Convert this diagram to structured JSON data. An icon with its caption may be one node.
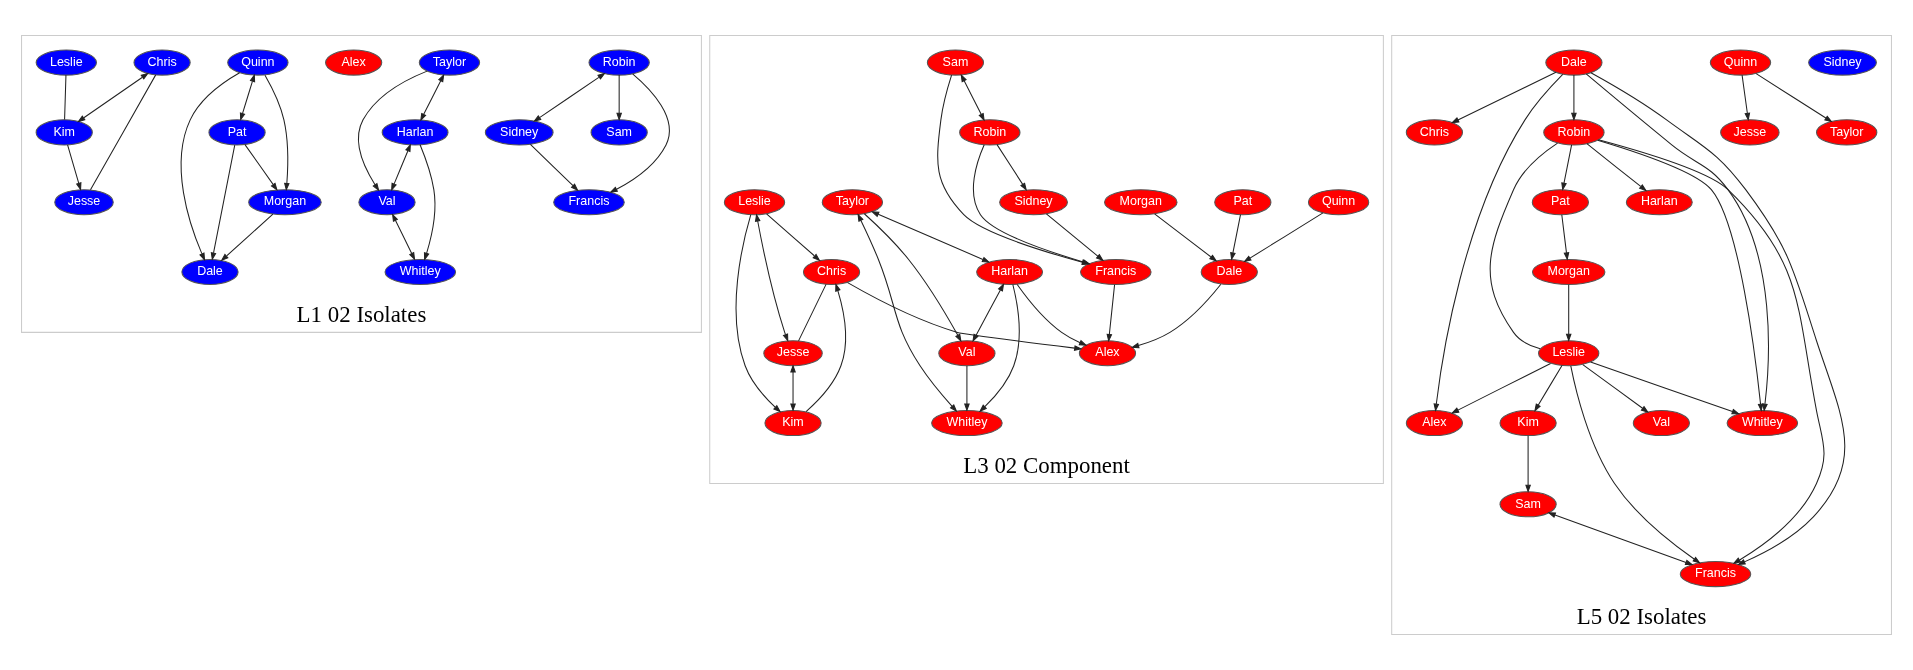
{
  "diagram": {
    "nodes": [
      {
        "text": [
          "L1 02 Isolates"
        ]
      },
      {
        "text": [
          "Sam"
        ],
        "in": 0
      },
      {
        "text": [
          "Sidney"
        ],
        "in": 0
      },
      {
        "text": [
          "Robin"
        ],
        "in": 0
      },
      {
        "text": [
          "Francis"
        ],
        "in": 0
      },
      {
        "text": [
          "Taylor"
        ],
        "in": 0
      },
      {
        "text": [
          "Val"
        ],
        "in": 0
      },
      {
        "text": [
          "Harlan"
        ],
        "in": 0
      },
      {
        "text": [
          "Whitley"
        ],
        "in": 0
      },
      {
        "text": [
          "Alex"
        ],
        "in": 0
      },
      {
        "text": [
          "Quinn"
        ],
        "in": 0
      },
      {
        "text": [
          "Dale"
        ],
        "in": 0
      },
      {
        "text": [
          "Pat"
        ],
        "in": 0
      },
      {
        "text": [
          "Morgan"
        ],
        "in": 0
      },
      {
        "text": [
          "Chris"
        ],
        "in": 0
      },
      {
        "text": [
          "Jesse"
        ],
        "in": 0
      },
      {
        "text": [
          "Leslie"
        ],
        "in": 0
      },
      {
        "text": [
          "Kim"
        ],
        "in": 0
      },
      {
        "text": [
          "L3 02 Component"
        ]
      },
      {
        "text": [
          "Sam"
        ],
        "in": 18
      },
      {
        "text": [
          "Sidney"
        ],
        "in": 18
      },
      {
        "text": [
          "Robin"
        ],
        "in": 18
      },
      {
        "text": [
          "Francis"
        ],
        "in": 18
      },
      {
        "text": [
          "Taylor"
        ],
        "in": 18
      },
      {
        "text": [
          "Val"
        ],
        "in": 18
      },
      {
        "text": [
          "Harlan"
        ],
        "in": 18
      },
      {
        "text": [
          "Whitley"
        ],
        "in": 18
      },
      {
        "text": [
          "Alex"
        ],
        "in": 18
      },
      {
        "text": [
          "Quinn"
        ],
        "in": 18
      },
      {
        "text": [
          "Dale"
        ],
        "in": 18
      },
      {
        "text": [
          "Pat"
        ],
        "in": 18
      },
      {
        "text": [
          "Morgan"
        ],
        "in": 18
      },
      {
        "text": [
          "Chris"
        ],
        "in": 18
      },
      {
        "text": [
          "Jesse"
        ],
        "in": 18
      },
      {
        "text": [
          "Leslie"
        ],
        "in": 18
      },
      {
        "text": [
          "Kim"
        ],
        "in": 18
      },
      {
        "text": [
          "L5 02 Isolates"
        ]
      },
      {
        "text": [
          "Sam"
        ],
        "in": 36
      },
      {
        "text": [
          "Sidney"
        ],
        "in": 36
      },
      {
        "text": [
          "Taylor"
        ],
        "in": 36
      },
      {
        "text": [
          "Robin"
        ],
        "in": 36
      },
      {
        "text": [
          "Val"
        ],
        "in": 36
      },
      {
        "text": [
          "Quinn"
        ],
        "in": 36
      },
      {
        "text": [
          "Whitley"
        ],
        "in": 36
      },
      {
        "text": [
          "Pat"
        ],
        "in": 36
      },
      {
        "text": [
          "Alex"
        ],
        "in": 36
      },
      {
        "text": [
          "Morgan"
        ],
        "in": 36
      },
      {
        "text": [
          "Chris"
        ],
        "in": 36
      },
      {
        "text": [
          "Leslie"
        ],
        "in": 36
      },
      {
        "text": [
          "Kim"
        ],
        "in": 36
      },
      {
        "text": [
          "Dale"
        ],
        "in": 36
      },
      {
        "text": [
          "Jesse"
        ],
        "in": 36
      },
      {
        "text": [
          "Harlan"
        ],
        "in": 36
      },
      {
        "text": [
          "Francis"
        ],
        "in": 36
      }
    ],
    "edges": [
      {
        "from": 3,
        "to": 1,
        "arrow": "to"
      },
      {
        "from": 3,
        "to": 2,
        "arrow": "both"
      },
      {
        "from": 2,
        "to": 4,
        "arrow": "to"
      },
      {
        "from": 3,
        "to": 4,
        "arrow": "to"
      },
      {
        "from": 5,
        "to": 7,
        "arrow": "both"
      },
      {
        "from": 5,
        "to": 6,
        "arrow": "to"
      },
      {
        "from": 7,
        "to": 6,
        "arrow": "both"
      },
      {
        "from": 6,
        "to": 8,
        "arrow": "both"
      },
      {
        "from": 7,
        "to": 8,
        "arrow": "to"
      },
      {
        "from": 10,
        "to": 11,
        "arrow": "to"
      },
      {
        "from": 10,
        "to": 12,
        "arrow": "both"
      },
      {
        "from": 10,
        "to": 13,
        "arrow": "to"
      },
      {
        "from": 12,
        "to": 11,
        "arrow": "to"
      },
      {
        "from": 12,
        "to": 13,
        "arrow": "to"
      },
      {
        "from": 13,
        "to": 11,
        "arrow": "to"
      },
      {
        "from": 14,
        "to": 15,
        "arrow": "none"
      },
      {
        "from": 14,
        "to": 17,
        "arrow": "both"
      },
      {
        "from": 17,
        "to": 15,
        "arrow": "to"
      },
      {
        "from": 16,
        "to": 17,
        "arrow": "none"
      },
      {
        "from": 19,
        "to": 21,
        "arrow": "both"
      },
      {
        "from": 19,
        "to": 22,
        "arrow": "to"
      },
      {
        "from": 21,
        "to": 20,
        "arrow": "to"
      },
      {
        "from": 20,
        "to": 22,
        "arrow": "to"
      },
      {
        "from": 21,
        "to": 22,
        "arrow": "to"
      },
      {
        "from": 22,
        "to": 27,
        "arrow": "to"
      },
      {
        "from": 23,
        "to": 25,
        "arrow": "both"
      },
      {
        "from": 23,
        "to": 24,
        "arrow": "to"
      },
      {
        "from": 23,
        "to": 26,
        "arrow": "both"
      },
      {
        "from": 25,
        "to": 24,
        "arrow": "both"
      },
      {
        "from": 24,
        "to": 26,
        "arrow": "to"
      },
      {
        "from": 25,
        "to": 26,
        "arrow": "to"
      },
      {
        "from": 25,
        "to": 27,
        "arrow": "to"
      },
      {
        "from": 28,
        "to": 29,
        "arrow": "to"
      },
      {
        "from": 30,
        "to": 29,
        "arrow": "to"
      },
      {
        "from": 31,
        "to": 29,
        "arrow": "to"
      },
      {
        "from": 29,
        "to": 27,
        "arrow": "to"
      },
      {
        "from": 32,
        "to": 33,
        "arrow": "none"
      },
      {
        "from": 34,
        "to": 32,
        "arrow": "to"
      },
      {
        "from": 34,
        "to": 33,
        "arrow": "both"
      },
      {
        "from": 35,
        "to": 32,
        "arrow": "to"
      },
      {
        "from": 33,
        "to": 35,
        "arrow": "both"
      },
      {
        "from": 34,
        "to": 35,
        "arrow": "to"
      },
      {
        "from": 32,
        "to": 27,
        "arrow": "to"
      },
      {
        "from": 42,
        "to": 39,
        "arrow": "to"
      },
      {
        "from": 40,
        "to": 43,
        "arrow": "to"
      },
      {
        "from": 49,
        "to": 37,
        "arrow": "to"
      },
      {
        "from": 37,
        "to": 53,
        "arrow": "both"
      },
      {
        "from": 50,
        "to": 40,
        "arrow": "to"
      },
      {
        "from": 40,
        "to": 52,
        "arrow": "to"
      },
      {
        "from": 40,
        "to": 53,
        "arrow": "to"
      },
      {
        "from": 40,
        "to": 44,
        "arrow": "to"
      },
      {
        "from": 44,
        "to": 46,
        "arrow": "to"
      },
      {
        "from": 46,
        "to": 48,
        "arrow": "to"
      },
      {
        "from": 40,
        "to": 48,
        "arrow": "none"
      },
      {
        "from": 42,
        "to": 51,
        "arrow": "to"
      },
      {
        "from": 48,
        "to": 41,
        "arrow": "to"
      },
      {
        "from": 48,
        "to": 43,
        "arrow": "to"
      },
      {
        "from": 48,
        "to": 45,
        "arrow": "to"
      },
      {
        "from": 48,
        "to": 49,
        "arrow": "to"
      },
      {
        "from": 48,
        "to": 53,
        "arrow": "to"
      },
      {
        "from": 50,
        "to": 43,
        "arrow": "to"
      },
      {
        "from": 50,
        "to": 45,
        "arrow": "to"
      },
      {
        "from": 50,
        "to": 47,
        "arrow": "to"
      },
      {
        "from": 50,
        "to": 53,
        "arrow": "to"
      }
    ]
  }
}
